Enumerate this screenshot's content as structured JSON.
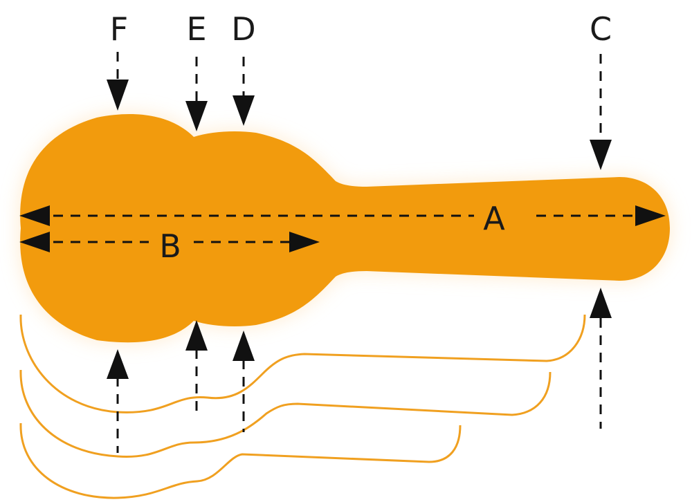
{
  "colors": {
    "case_fill": "#f29b0d",
    "case_shadow": "#ffe9c9",
    "outline_stroke": "#f0a020",
    "arrow": "#111111"
  },
  "labels": {
    "a": "A",
    "b": "B",
    "c": "C",
    "d": "D",
    "e": "E",
    "f": "F"
  }
}
